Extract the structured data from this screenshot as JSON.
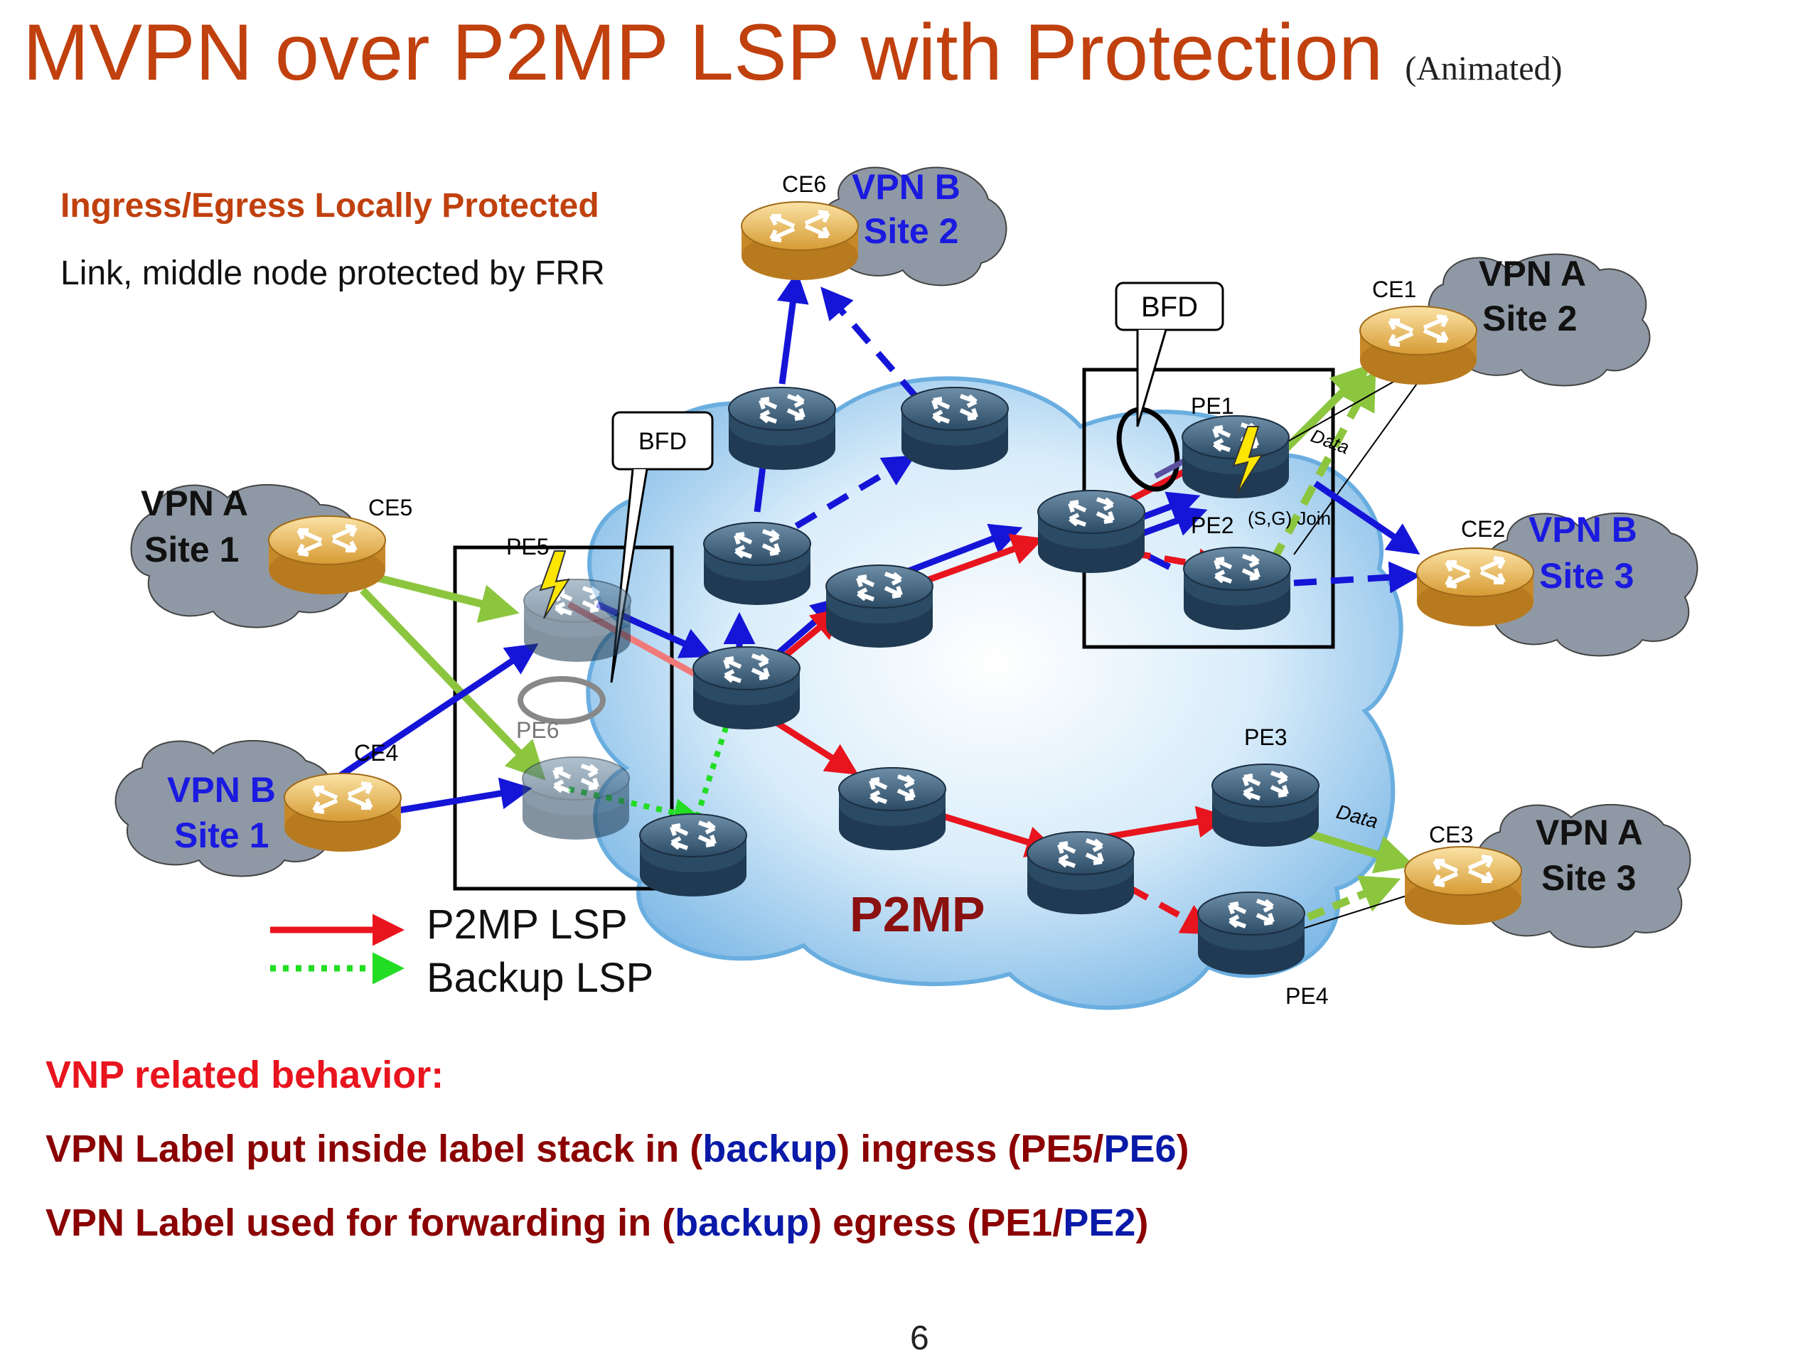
{
  "title": {
    "main": "MVPN over P2MP LSP with Protection",
    "suffix": "(Animated)"
  },
  "notes": {
    "line1": "Ingress/Egress Locally Protected",
    "line2": "Link, middle node protected by FRR"
  },
  "sites": {
    "ce6": {
      "vpn": "VPN  B",
      "site": "Site 2"
    },
    "ce1": {
      "vpn": "VPN A",
      "site": "Site 2"
    },
    "ce5": {
      "vpn": "VPN A",
      "site": "Site 1"
    },
    "ce4": {
      "vpn": "VPN B",
      "site": "Site 1"
    },
    "ce2": {
      "vpn": "VPN  B",
      "site": "Site 3"
    },
    "ce3": {
      "vpn": "VPN A",
      "site": "Site 3"
    }
  },
  "node_labels": {
    "ce1": "CE1",
    "ce2": "CE2",
    "ce3": "CE3",
    "ce4": "CE4",
    "ce5": "CE5",
    "ce6": "CE6",
    "pe1": "PE1",
    "pe2": "PE2",
    "pe3": "PE3",
    "pe4": "PE4",
    "pe5": "PE5",
    "pe6": "PE6"
  },
  "callouts": {
    "bfd_left": "BFD",
    "bfd_right": "BFD"
  },
  "annotations": {
    "data_top": "Data",
    "data_bottom": "Data",
    "sg_join": "(S,G) Join"
  },
  "cloud_label": "P2MP",
  "legend": [
    {
      "label": "P2MP LSP",
      "color": "#e8141e"
    },
    {
      "label": "Backup LSP",
      "color": "#22dd22"
    }
  ],
  "colors": {
    "title": "#c0400e",
    "p2mp": "#e8141e",
    "backup": "#22dd22",
    "join": "#1515d8",
    "data": "#8cc63f",
    "vpn_b": "#1a1ae0",
    "cloud": "#a9d4f2"
  },
  "bottom": {
    "heading": "VNP related behavior:",
    "b1": {
      "bullet": "",
      "a": "VPN Label put inside label stack in (",
      "b": "backup",
      "c": ") ingress (PE5/",
      "d": "PE6",
      "e": ")"
    },
    "b2": {
      "bullet": "",
      "a": "VPN Label used for forwarding in (",
      "b": "backup",
      "c": ") egress (PE1/",
      "d": "PE2",
      "e": ")"
    }
  },
  "page_number": "6"
}
